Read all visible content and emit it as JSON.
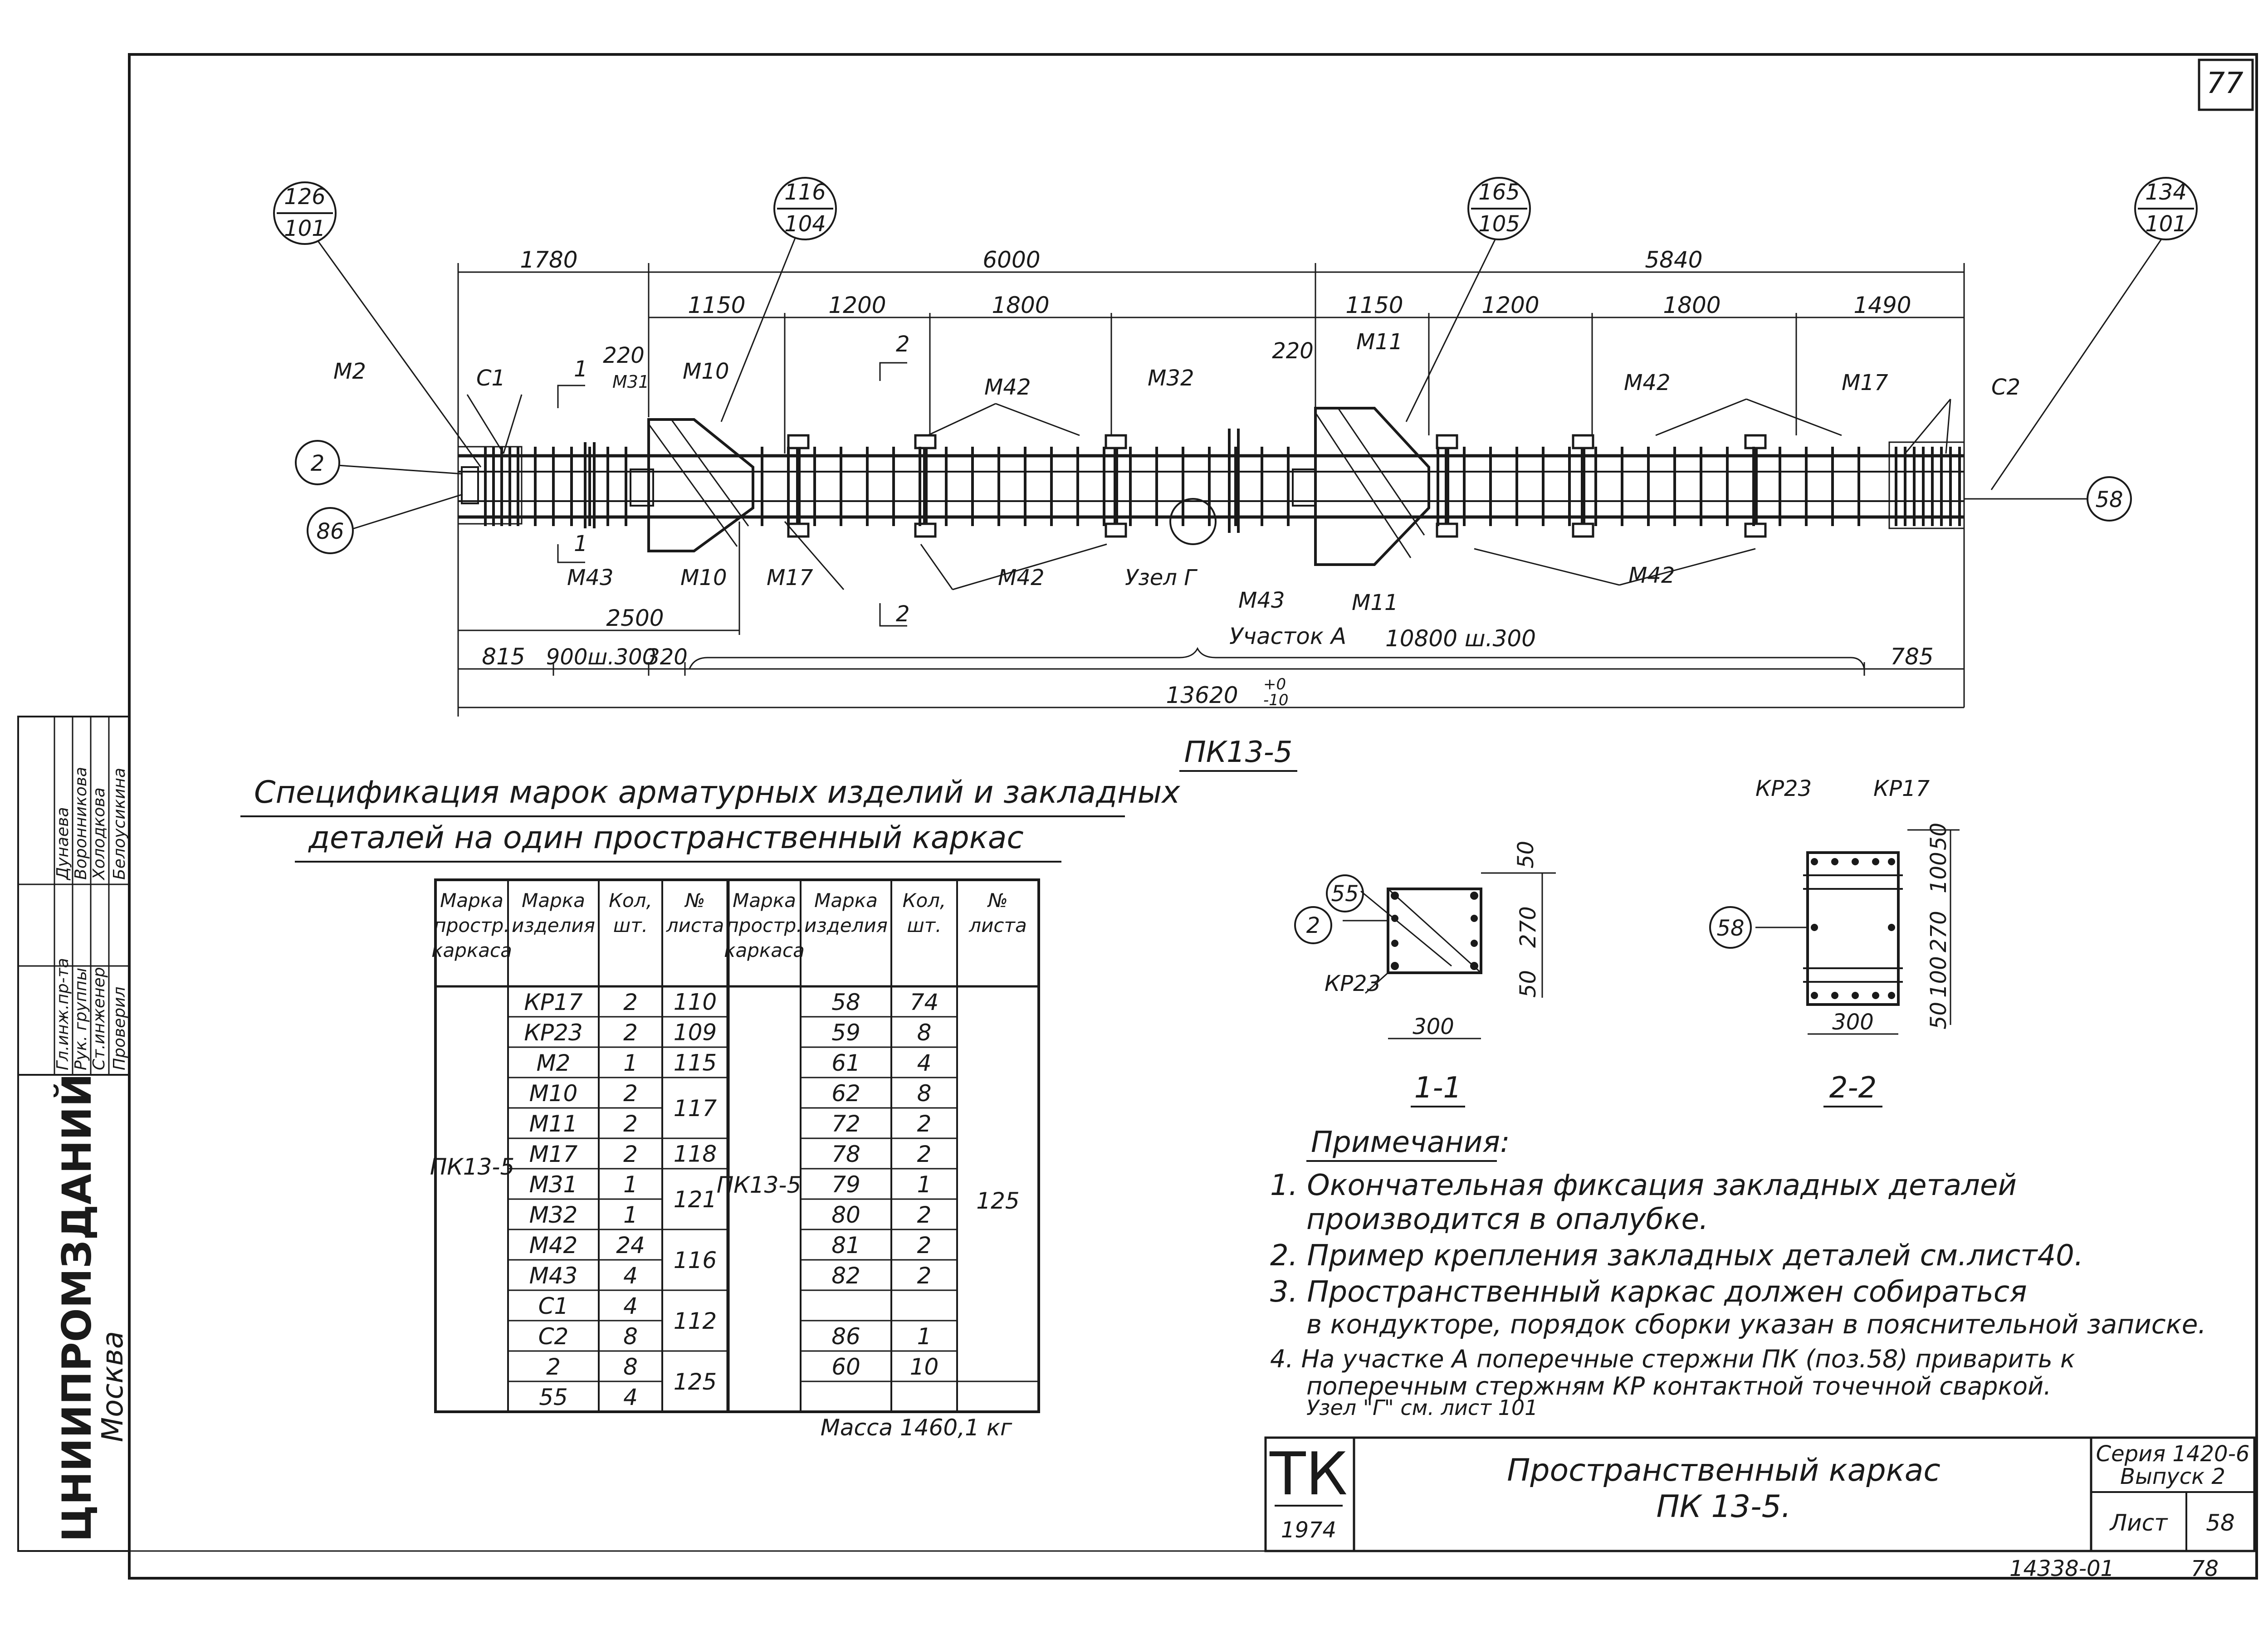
{
  "sheet_top": "77",
  "main_view": {
    "view_title": "ПК13-5",
    "callouts": [
      {
        "top": "126",
        "bottom": "101"
      },
      {
        "top": "116",
        "bottom": "104"
      },
      {
        "top": "165",
        "bottom": "105"
      },
      {
        "top": "134",
        "bottom": "101"
      }
    ],
    "pos_circles": [
      "2",
      "86",
      "58"
    ],
    "dims_top": [
      "1780",
      "6000",
      "5840"
    ],
    "dims_second": [
      "1150",
      "1200",
      "1800",
      "1150",
      "1200",
      "1800",
      "1490"
    ],
    "dims_small": [
      "220",
      "220"
    ],
    "dims_bottom_row1": [
      "2500"
    ],
    "dims_bottom_row2": [
      "815",
      "900ш.300",
      "320",
      "10800 ш.300",
      "785"
    ],
    "total": "13620",
    "total_tol_top": "+0",
    "total_tol_bottom": "-10",
    "labels": [
      "M2",
      "C1",
      "M31",
      "M10",
      "M42",
      "M32",
      "M11",
      "M42",
      "M17",
      "C2",
      "M43",
      "M10",
      "M17",
      "M42",
      "Узел Г",
      "M43",
      "M11",
      "M42",
      "Участок А"
    ],
    "section_marks": [
      "1",
      "1",
      "2",
      "2"
    ]
  },
  "spec_title": [
    "Спецификация марок арматурных изделий и закладных",
    "деталей на один пространственный каркас"
  ],
  "table": {
    "headers": [
      "Марка простр. каркаса",
      "Марка изделия",
      "Кол, шт.",
      "№ листа"
    ],
    "left_frame": "ПК13-5",
    "left_rows": [
      {
        "mark": "КР17",
        "qty": "2"
      },
      {
        "mark": "КР23",
        "qty": "2"
      },
      {
        "mark": "M2",
        "qty": "1"
      },
      {
        "mark": "M10",
        "qty": "2"
      },
      {
        "mark": "M11",
        "qty": "2"
      },
      {
        "mark": "M17",
        "qty": "2"
      },
      {
        "mark": "M31",
        "qty": "1"
      },
      {
        "mark": "M32",
        "qty": "1"
      },
      {
        "mark": "M42",
        "qty": "24"
      },
      {
        "mark": "M43",
        "qty": "4"
      },
      {
        "mark": "C1",
        "qty": "4"
      },
      {
        "mark": "C2",
        "qty": "8"
      },
      {
        "mark": "2",
        "qty": "8"
      },
      {
        "mark": "55",
        "qty": "4"
      }
    ],
    "left_sheets": [
      "110",
      "109",
      "115",
      "117",
      "118",
      "121",
      "116",
      "112",
      "125"
    ],
    "right_frame": "ПК13-5",
    "right_rows": [
      {
        "mark": "58",
        "qty": "74"
      },
      {
        "mark": "59",
        "qty": "8"
      },
      {
        "mark": "61",
        "qty": "4"
      },
      {
        "mark": "62",
        "qty": "8"
      },
      {
        "mark": "72",
        "qty": "2"
      },
      {
        "mark": "78",
        "qty": "2"
      },
      {
        "mark": "79",
        "qty": "1"
      },
      {
        "mark": "80",
        "qty": "2"
      },
      {
        "mark": "81",
        "qty": "2"
      },
      {
        "mark": "82",
        "qty": "2"
      },
      {
        "mark": "",
        "qty": ""
      },
      {
        "mark": "86",
        "qty": "1"
      },
      {
        "mark": "60",
        "qty": "10"
      }
    ],
    "right_sheet": "125",
    "mass": "Масса 1460,1 кг"
  },
  "section_1": {
    "title": "1-1",
    "marks": [
      "55",
      "2",
      "КР23"
    ],
    "dims": [
      "50",
      "270",
      "50",
      "300"
    ]
  },
  "section_2": {
    "title": "2-2",
    "marks": [
      "КР23",
      "КР17",
      "58"
    ],
    "dims": [
      "50",
      "100",
      "270",
      "100",
      "50",
      "300"
    ]
  },
  "notes": {
    "heading": "Примечания:",
    "lines": [
      "1. Окончательная фиксация закладных деталей",
      "производится в опалубке.",
      "2. Пример крепления закладных деталей см.лист40.",
      "3. Пространственный каркас должен собираться",
      "в кондукторе, порядок сборки указан в пояснительной записке.",
      "4. На участке А поперечные стержни ПК (поз.58) приварить к",
      "поперечным стержням КР контактной точечной сваркой.",
      "Узел \"Г\" см. лист 101"
    ]
  },
  "title_block": {
    "tk": "ТК",
    "year": "1974",
    "name_line1": "Пространственный каркас",
    "name_line2": "ПК 13-5.",
    "series_line1": "Серия 1420-6",
    "series_line2": "Выпуск 2",
    "sheet_label": "Лист",
    "sheet_no": "58"
  },
  "stamp": {
    "org": "ЦНИИПРОМЗДАНИЙ",
    "city": "Москва",
    "roles": [
      "Гл.инж.пр-та",
      "Рук. группы",
      "Ст.инженер",
      "Проверил"
    ],
    "names": [
      "Дунаева",
      "Воронникова",
      "Холодкова",
      "Белоусикина"
    ]
  },
  "bottom_code": "14338-01",
  "bottom_page": "78"
}
